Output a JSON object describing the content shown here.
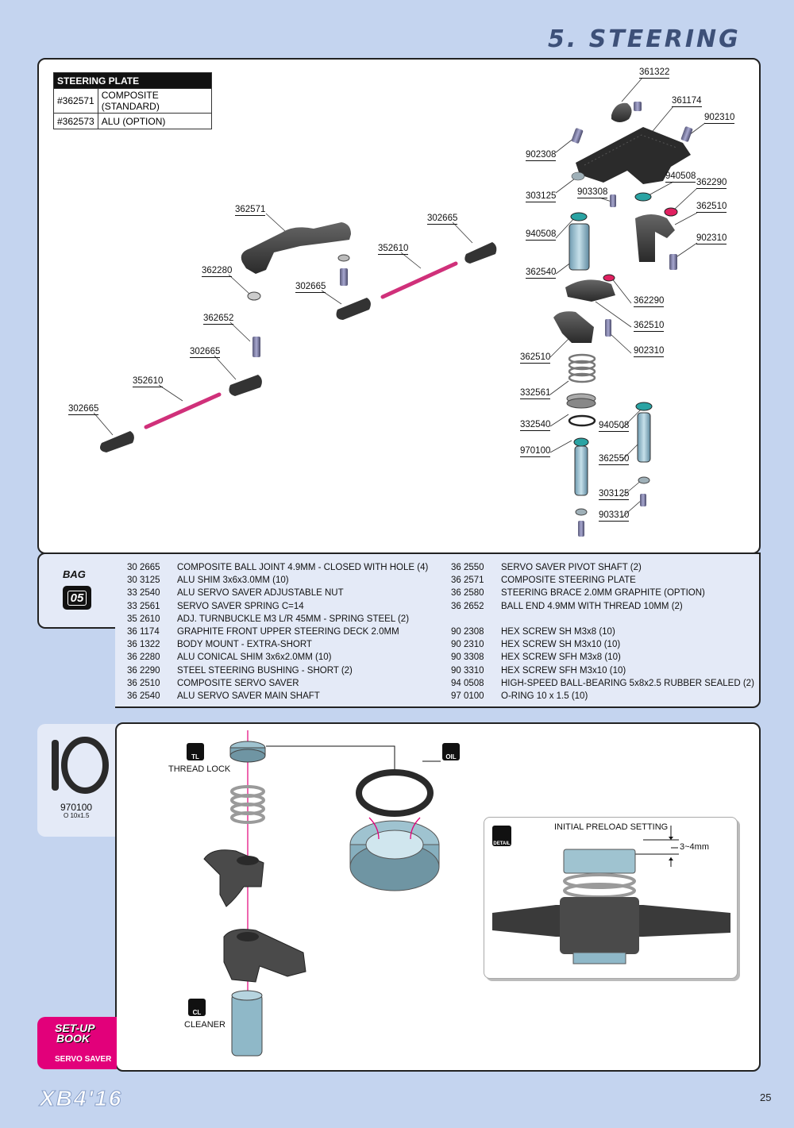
{
  "header": {
    "section_title": "5. STEERING"
  },
  "steering_plate_table": {
    "title": "STEERING PLATE",
    "rows": [
      {
        "code": "#362571",
        "desc": "COMPOSITE (STANDARD)"
      },
      {
        "code": "#362573",
        "desc": "ALU (OPTION)"
      }
    ]
  },
  "diagram_labels": {
    "l361322": "361322",
    "l361174": "361174",
    "l902310a": "902310",
    "l902308": "902308",
    "l940508a": "940508",
    "l362290a": "362290",
    "l303125a": "303125",
    "l903308": "903308",
    "l362510a": "362510",
    "l940508b": "940508",
    "l902310b": "902310",
    "l362540": "362540",
    "l362290b": "362290",
    "l362510b": "362510",
    "l902310c": "902310",
    "l362510c": "362510",
    "l332561": "332561",
    "l332540": "332540",
    "l940508c": "940508",
    "l970100": "970100",
    "l362550": "362550",
    "l303125b": "303125",
    "l903310": "903310",
    "l362571": "362571",
    "l302665a": "302665",
    "l352610a": "352610",
    "l362280": "362280",
    "l302665b": "302665",
    "l362652": "362652",
    "l302665c": "302665",
    "l352610b": "352610",
    "l302665d": "302665"
  },
  "bag": {
    "label": "BAG",
    "number": "05"
  },
  "parts_left": [
    {
      "code": "30 2665",
      "desc": "COMPOSITE BALL JOINT 4.9MM - CLOSED WITH HOLE (4)"
    },
    {
      "code": "30 3125",
      "desc": "ALU SHIM 3x6x3.0MM (10)"
    },
    {
      "code": "33 2540",
      "desc": "ALU SERVO SAVER ADJUSTABLE NUT"
    },
    {
      "code": "33 2561",
      "desc": "SERVO SAVER SPRING C=14"
    },
    {
      "code": "35 2610",
      "desc": "ADJ. TURNBUCKLE M3 L/R 45MM  - SPRING STEEL (2)"
    },
    {
      "code": "36 1174",
      "desc": "GRAPHITE FRONT UPPER STEERING DECK 2.0MM"
    },
    {
      "code": "36 1322",
      "desc": "BODY MOUNT - EXTRA-SHORT"
    },
    {
      "code": "36 2280",
      "desc": "ALU CONICAL SHIM 3x6x2.0MM (10)"
    },
    {
      "code": "36 2290",
      "desc": "STEEL STEERING BUSHING - SHORT (2)"
    },
    {
      "code": "36 2510",
      "desc": "COMPOSITE SERVO SAVER"
    },
    {
      "code": "36 2540",
      "desc": "ALU SERVO SAVER MAIN SHAFT"
    }
  ],
  "parts_right": [
    {
      "code": "36 2550",
      "desc": "SERVO SAVER PIVOT SHAFT (2)"
    },
    {
      "code": "36 2571",
      "desc": "COMPOSITE STEERING PLATE"
    },
    {
      "code": "36 2580",
      "desc": "STEERING BRACE 2.0MM GRAPHITE (OPTION)"
    },
    {
      "code": "36 2652",
      "desc": "BALL END 4.9MM WITH THREAD 10MM (2)"
    },
    {
      "code": "",
      "desc": ""
    },
    {
      "code": "90 2308",
      "desc": "HEX SCREW  SH M3x8  (10)"
    },
    {
      "code": "90 2310",
      "desc": "HEX SCREW  SH M3x10  (10)"
    },
    {
      "code": "90 3308",
      "desc": "HEX SCREW  SFH M3x8  (10)"
    },
    {
      "code": "90 3310",
      "desc": "HEX SCREW  SFH M3x10  (10)"
    },
    {
      "code": "94 0508",
      "desc": "HIGH-SPEED BALL-BEARING 5x8x2.5 RUBBER SEALED  (2)"
    },
    {
      "code": "97 0100",
      "desc": "O-RING 10 x 1.5  (10)"
    }
  ],
  "oring_side": {
    "code": "970100",
    "size": "O 10x1.5"
  },
  "assembly": {
    "thread_lock_icon": "TL",
    "thread_lock_label": "THREAD LOCK",
    "oil_icon": "OIL",
    "cleaner_icon": "CL",
    "cleaner_label": "CLEANER",
    "detail_icon": "DETAIL",
    "preload_title": "INITIAL PRELOAD SETTING",
    "preload_value": "3~4mm"
  },
  "setup_book": {
    "title_line1": "SET-UP",
    "title_line2": "BOOK",
    "subtitle": "SERVO SAVER"
  },
  "footer": {
    "logo": "XB4'16",
    "page_number": "25"
  },
  "colors": {
    "page_bg": "#c4d4ef",
    "title_blue": "#3d5078",
    "magenta": "#e2007a",
    "part_grey": "#3a3a3a",
    "shaft_blue": "#8fb8c8"
  }
}
